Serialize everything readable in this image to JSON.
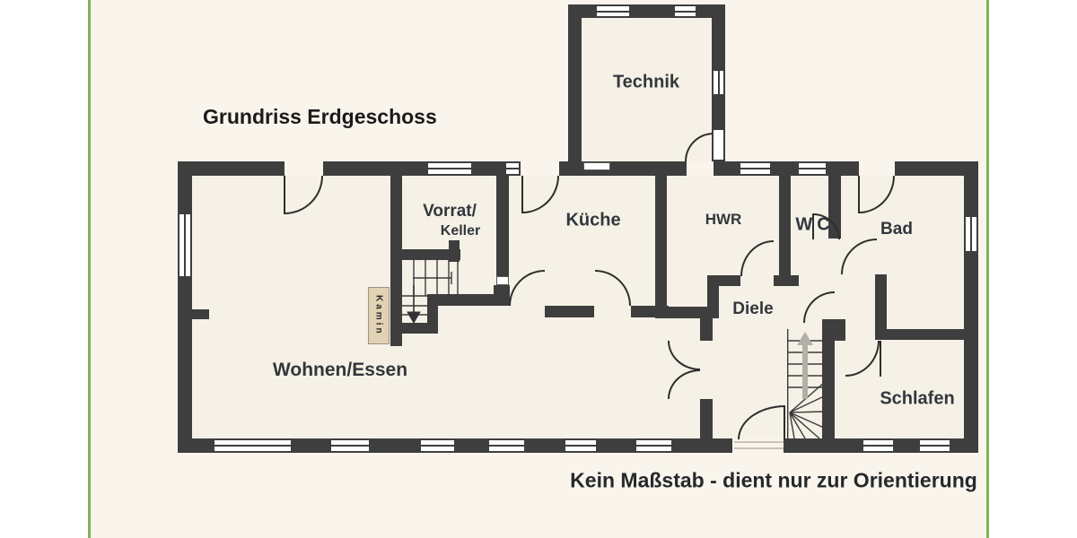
{
  "header": {
    "title": "Grundriss Erdgeschoss"
  },
  "footer": {
    "note": "Kein Maßstab - dient nur zur Orientierung"
  },
  "rooms": {
    "technik": "Technik",
    "vorrat_line1": "Vorrat/",
    "vorrat_line2": "Keller",
    "kueche": "Küche",
    "hwr": "HWR",
    "wc": "WC",
    "bad": "Bad",
    "diele": "Diele",
    "wohnen": "Wohnen/Essen",
    "schlafen": "Schlafen"
  },
  "annotations": {
    "kamin": "Kamin"
  },
  "colors": {
    "wall": "#3e3e3e",
    "paper": "#f9f5ec",
    "floor": "#f6f1e6",
    "border_green": "#7db356",
    "kamin_fill": "#e0d2b2"
  }
}
